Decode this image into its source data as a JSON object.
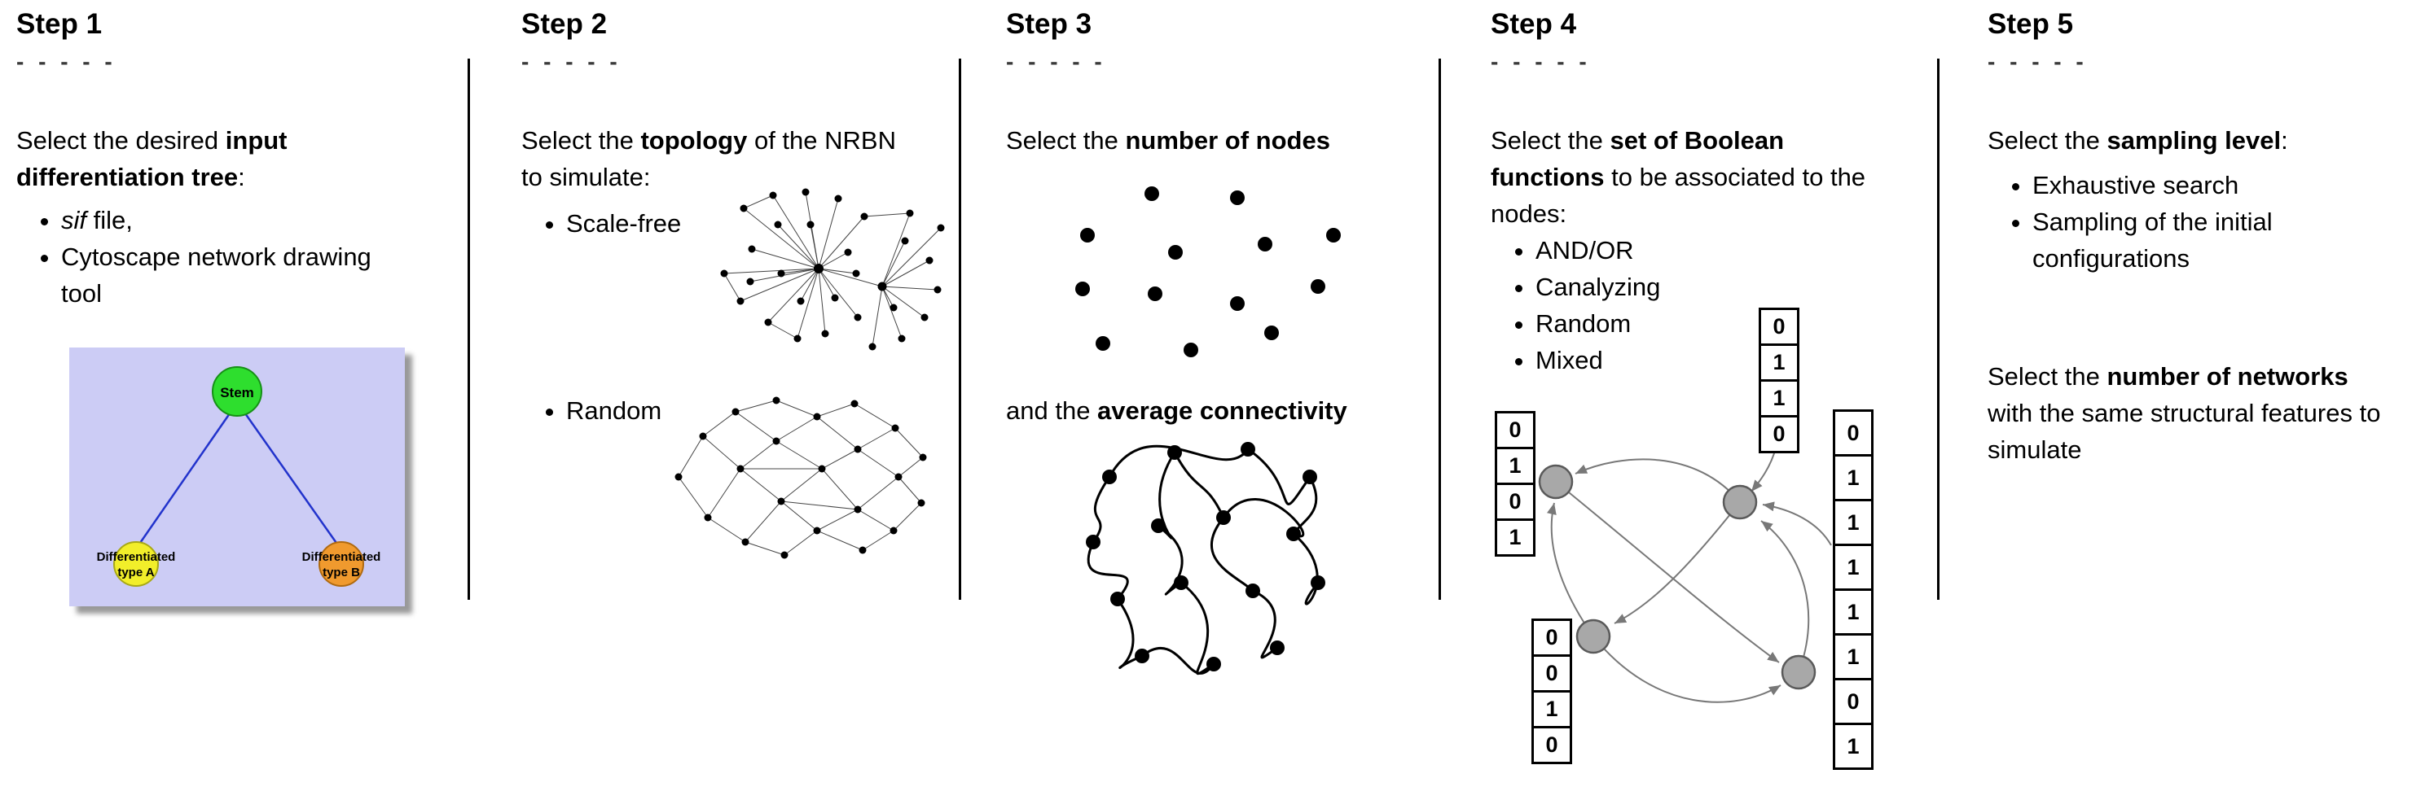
{
  "steps": [
    {
      "title": "Step 1",
      "dashes": "- - - - -",
      "intro_pre": "Select the desired ",
      "intro_bold": "input differentiation tree",
      "intro_post": ":",
      "bullet1_italic": "sif",
      "bullet1_rest": " file,",
      "bullet2": "Cytoscape network drawing tool",
      "tree": {
        "stem": "Stem",
        "type_a_line1": "Differentiated",
        "type_a_line2": "type A",
        "type_b_line1": "Differentiated",
        "type_b_line2": "type B"
      }
    },
    {
      "title": "Step 2",
      "dashes": "- - - - -",
      "intro_pre": "Select the ",
      "intro_bold": "topology",
      "intro_post": " of the NRBN to simulate:",
      "bullets": [
        "Scale-free",
        "Random"
      ]
    },
    {
      "title": "Step 3",
      "dashes": "- - - - -",
      "line1_pre": "Select the ",
      "line1_bold": "number of nodes",
      "line2_pre": "and the ",
      "line2_bold": "average connectivity"
    },
    {
      "title": "Step 4",
      "dashes": "- - - - -",
      "intro_pre": "Select the ",
      "intro_bold": "set of Boolean functions",
      "intro_post": " to be associated to the nodes:",
      "bullets": [
        "AND/OR",
        "Canalyzing",
        "Random",
        "Mixed"
      ],
      "tables": {
        "top": [
          "0",
          "1",
          "1",
          "0"
        ],
        "left": [
          "0",
          "1",
          "0",
          "1"
        ],
        "right": [
          "0",
          "1",
          "1",
          "1",
          "1",
          "1",
          "0",
          "1"
        ],
        "bottom_left": [
          "0",
          "0",
          "1",
          "0"
        ]
      }
    },
    {
      "title": "Step 5",
      "dashes": "- - - - -",
      "intro_pre": "Select the ",
      "intro_bold": "sampling level",
      "intro_post": ":",
      "bullets": [
        "Exhaustive search",
        "Sampling of the initial configurations"
      ],
      "para_pre": "Select the ",
      "para_bold": "number of networks",
      "para_post": " with the same structural features to simulate"
    }
  ],
  "colors": {
    "tree_background": "#ccccf5",
    "stem_green": "#2ede2e",
    "type_a_yellow": "#f2ee2a",
    "type_b_orange": "#f09a2e",
    "tree_edge_blue": "#2233cc",
    "boolean_node_gray": "#a8a8a8",
    "arrow_gray": "#787878",
    "network_black": "#000000"
  }
}
